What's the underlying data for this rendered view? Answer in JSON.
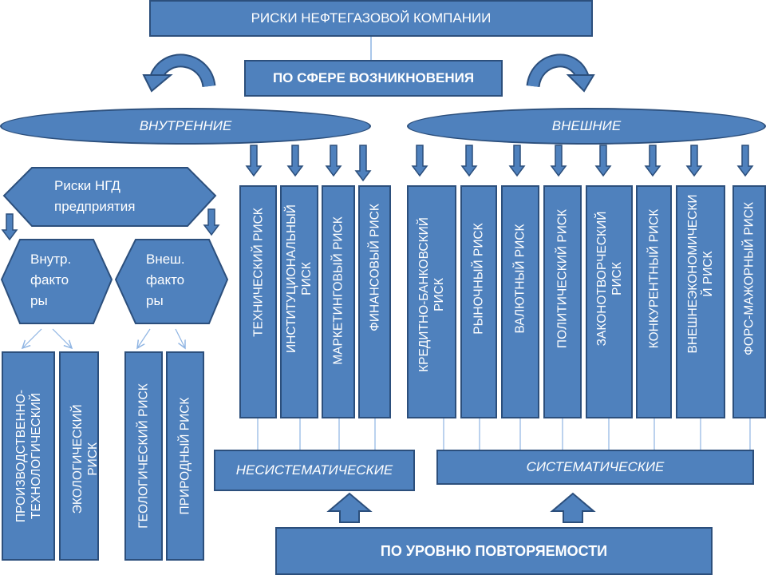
{
  "title": "РИСКИ НЕФТЕГАЗОВОЙ КОМПАНИИ",
  "by_origin": "ПО СФЕРЕ ВОЗНИКНОВЕНИЯ",
  "internal": "ВНУТРЕННИЕ",
  "external": "ВНЕШНИЕ",
  "ngd": {
    "label_line1": "Риски НГД",
    "label_line2": "предприятия",
    "internal_factors": [
      "Внутр.",
      "факто",
      "ры"
    ],
    "external_factors": [
      "Внеш.",
      "факто",
      "ры"
    ]
  },
  "ngd_risks": {
    "production_line1": "ПРОИЗВОДСТВЕННО-",
    "production_line2": "ТЕХНОЛОГИЧЕСКИЙ",
    "ecological_line1": "ЭКОЛОГИЧЕСКИЙ",
    "ecological_line2": "РИСК",
    "geological": "ГЕОЛОГИЧЕСКИЙ РИСК",
    "natural": "ПРИРОДНЫЙ РИСК"
  },
  "internal_risks": {
    "technical": "ТЕХНИЧЕСКИЙ РИСК",
    "institutional_line1": "ИНСТИТУЦИОНАЛЬНЫЙ",
    "institutional_line2": "РИСК",
    "marketing": "МАРКЕТИНГОВЫЙ РИСК",
    "financial": "ФИНАНСОВЫЙ РИСК"
  },
  "external_risks": {
    "credit_line1": "КРЕДИТНО-БАНКОВСКИЙ",
    "credit_line2": "РИСК",
    "market": "РЫНОЧНЫЙ РИСК",
    "currency": "ВАЛЮТНЫЙ РИСК",
    "political": "ПОЛИТИЧЕСКИЙ РИСК",
    "legislative_line1": "ЗАКОНОТВОРЧЕСКИЙ",
    "legislative_line2": "РИСК",
    "competitive": "КОНКУРЕНТНЫЙ РИСК",
    "foreign_econ_line1": "ВНЕШНЕЭКОНОМИЧЕСКИ",
    "foreign_econ_line2": "Й РИСК",
    "force_majeure": "ФОРС-МАЖОРНЫЙ РИСК"
  },
  "unsystematic": "НЕСИСТЕМАТИЧЕСКИЕ",
  "systematic": "СИСТЕМАТИЧЕСКИЕ",
  "by_repeatability": "ПО УРОВНЮ ПОВТОРЯЕМОСТИ",
  "colors": {
    "fill": "#4f81bd",
    "border": "#2c4f7c",
    "text": "#ffffff",
    "connector": "#8eb4e3"
  }
}
